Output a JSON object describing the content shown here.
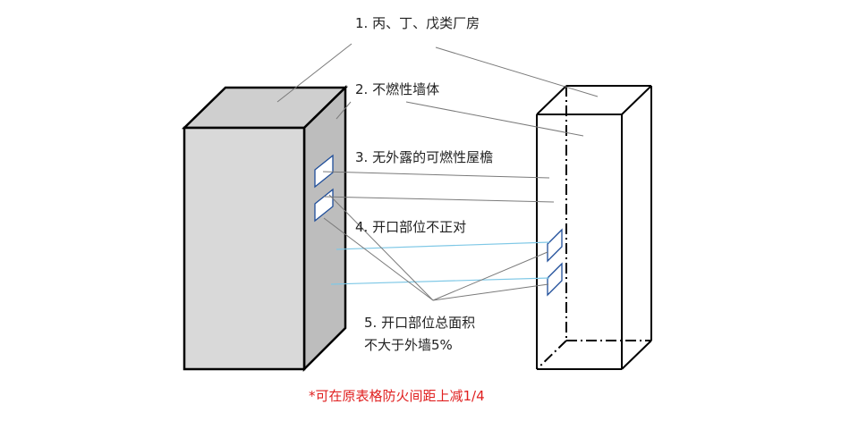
{
  "labels": {
    "l1": "1. 丙、丁、戊类厂房",
    "l2": "2. 不燃性墙体",
    "l3": "3. 无外露的可燃性屋檐",
    "l4": "4. 开口部位不正对",
    "l5a": "5. 开口部位总面积",
    "l5b": "不大于外墙5%"
  },
  "note": "*可在原表格防火间距上减1/4",
  "colors": {
    "front_face": "#d9d9d9",
    "top_face": "#cfcfcf",
    "side_face": "#bdbdbd",
    "outline": "#000000",
    "leader": "#7a7a7a",
    "sightline": "#7fc8e6",
    "window": "#1f4e9a",
    "note": "#e02020"
  }
}
